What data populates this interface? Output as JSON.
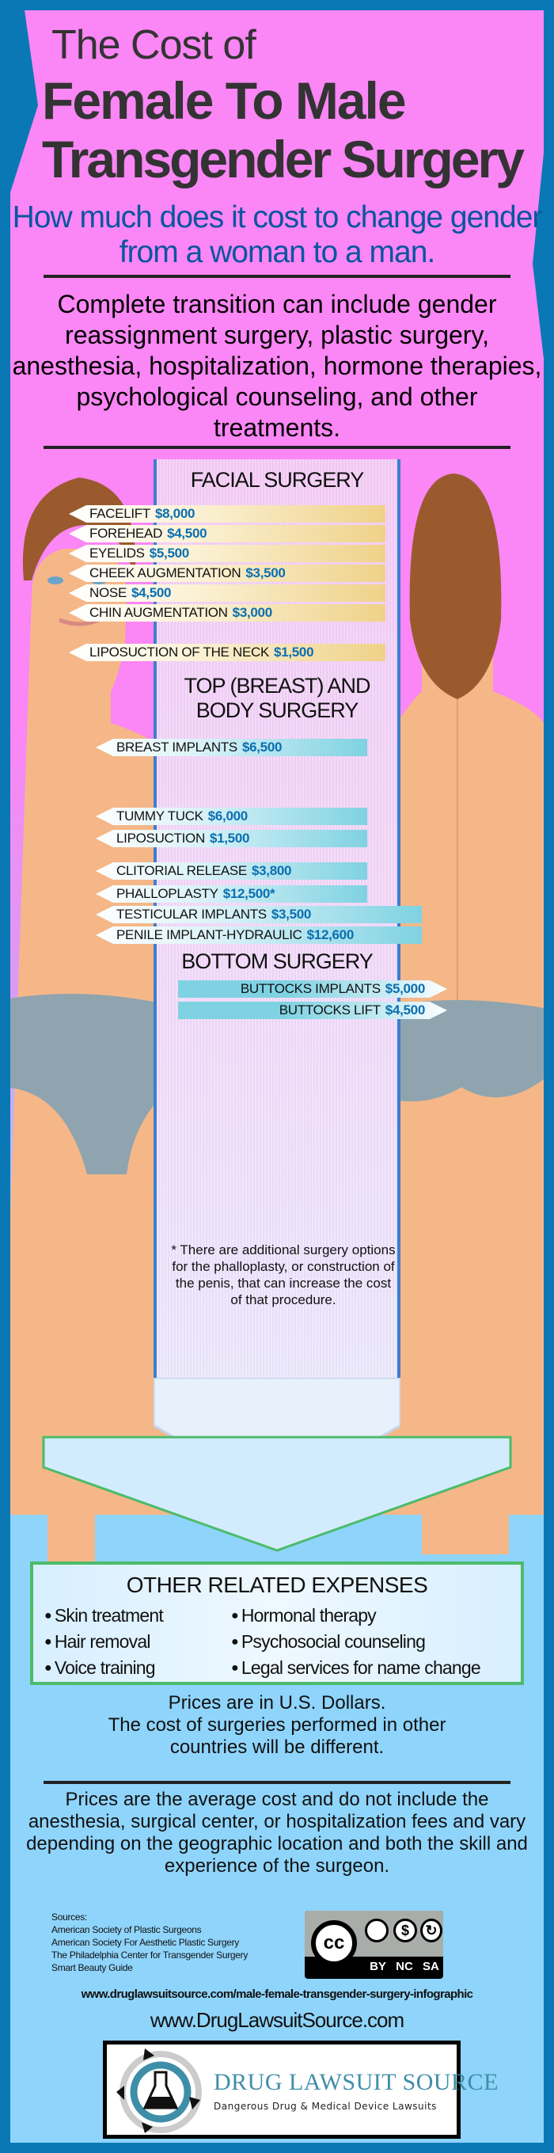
{
  "header": {
    "title_line1": "The Cost of",
    "title_line2": "Female To Male",
    "title_line3": "Transgender Surgery",
    "subtitle": "How much does it cost to change gender from a woman to a man.",
    "intro": "Complete transition can include gender reassignment surgery, plastic surgery, anesthesia, hospitalization, hormone therapies, psychological counseling, and other treatments."
  },
  "sections": {
    "facial": {
      "heading": "FACIAL SURGERY",
      "items": [
        {
          "name": "FACELIFT",
          "price": "$8,000"
        },
        {
          "name": "FOREHEAD",
          "price": "$4,500"
        },
        {
          "name": "EYELIDS",
          "price": "$5,500"
        },
        {
          "name": "CHEEK AUGMENTATION",
          "price": "$3,500"
        },
        {
          "name": "NOSE",
          "price": "$4,500"
        },
        {
          "name": "CHIN AUGMENTATION",
          "price": "$3,000"
        },
        {
          "name": "LIPOSUCTION OF THE NECK",
          "price": "$1,500"
        }
      ]
    },
    "top": {
      "heading_line1": "TOP (BREAST) AND",
      "heading_line2": "BODY SURGERY",
      "items": [
        {
          "name": "BREAST IMPLANTS",
          "price": "$6,500"
        },
        {
          "name": "TUMMY TUCK",
          "price": "$6,000"
        },
        {
          "name": "LIPOSUCTION",
          "price": "$1,500"
        },
        {
          "name": "CLITORIAL RELEASE",
          "price": "$3,800"
        },
        {
          "name": "PHALLOPLASTY",
          "price": "$12,500*"
        },
        {
          "name": "TESTICULAR IMPLANTS",
          "price": "$3,500"
        },
        {
          "name": "PENILE IMPLANT-HYDRAULIC",
          "price": "$12,600"
        }
      ]
    },
    "bottom": {
      "heading": "BOTTOM SURGERY",
      "items": [
        {
          "name": "BUTTOCKS IMPLANTS",
          "price": "$5,000"
        },
        {
          "name": "BUTTOCKS LIFT",
          "price": "$4,500"
        }
      ]
    }
  },
  "footnote": "* There are additional surgery options for the phalloplasty, or construction of the penis, that can increase the cost of that procedure.",
  "other_expenses": {
    "heading": "OTHER RELATED EXPENSES",
    "items": [
      "Skin treatment",
      "Hair removal",
      "Voice training",
      "Hormonal therapy",
      "Psychosocial counseling",
      "Legal services for name change"
    ]
  },
  "currency_note_line1": "Prices are in U.S. Dollars.",
  "currency_note_line2": "The cost of surgeries performed in other countries will be different.",
  "disclaimer": "Prices are the average cost and do not include the anesthesia, surgical center, or hospitalization fees and vary depending on the geographic location and both the skill and experience of the surgeon.",
  "sources": {
    "label": "Sources:",
    "items": [
      "American Society of Plastic Surgeons",
      "American Society For Aesthetic Plastic Surgery",
      "The Philadelphia Center for Transgender Surgery",
      "Smart Beauty Guide"
    ]
  },
  "license": {
    "cc": "cc",
    "by": "BY",
    "nc": "NC",
    "sa": "SA"
  },
  "infographic_url": "www.druglawsuitsource.com/male-female-transgender-surgery-infographic",
  "site_url": "www.DrugLawsuitSource.com",
  "logo": {
    "name": "DRUG LAWSUIT SOURCE",
    "tagline": "Dangerous Drug & Medical Device Lawsuits"
  },
  "colors": {
    "frame": "#0a78b5",
    "pink": "#fb86f5",
    "light_blue": "#8fd4fb",
    "price": "#0a6fb0",
    "expenses_border": "#4cbb6a"
  }
}
